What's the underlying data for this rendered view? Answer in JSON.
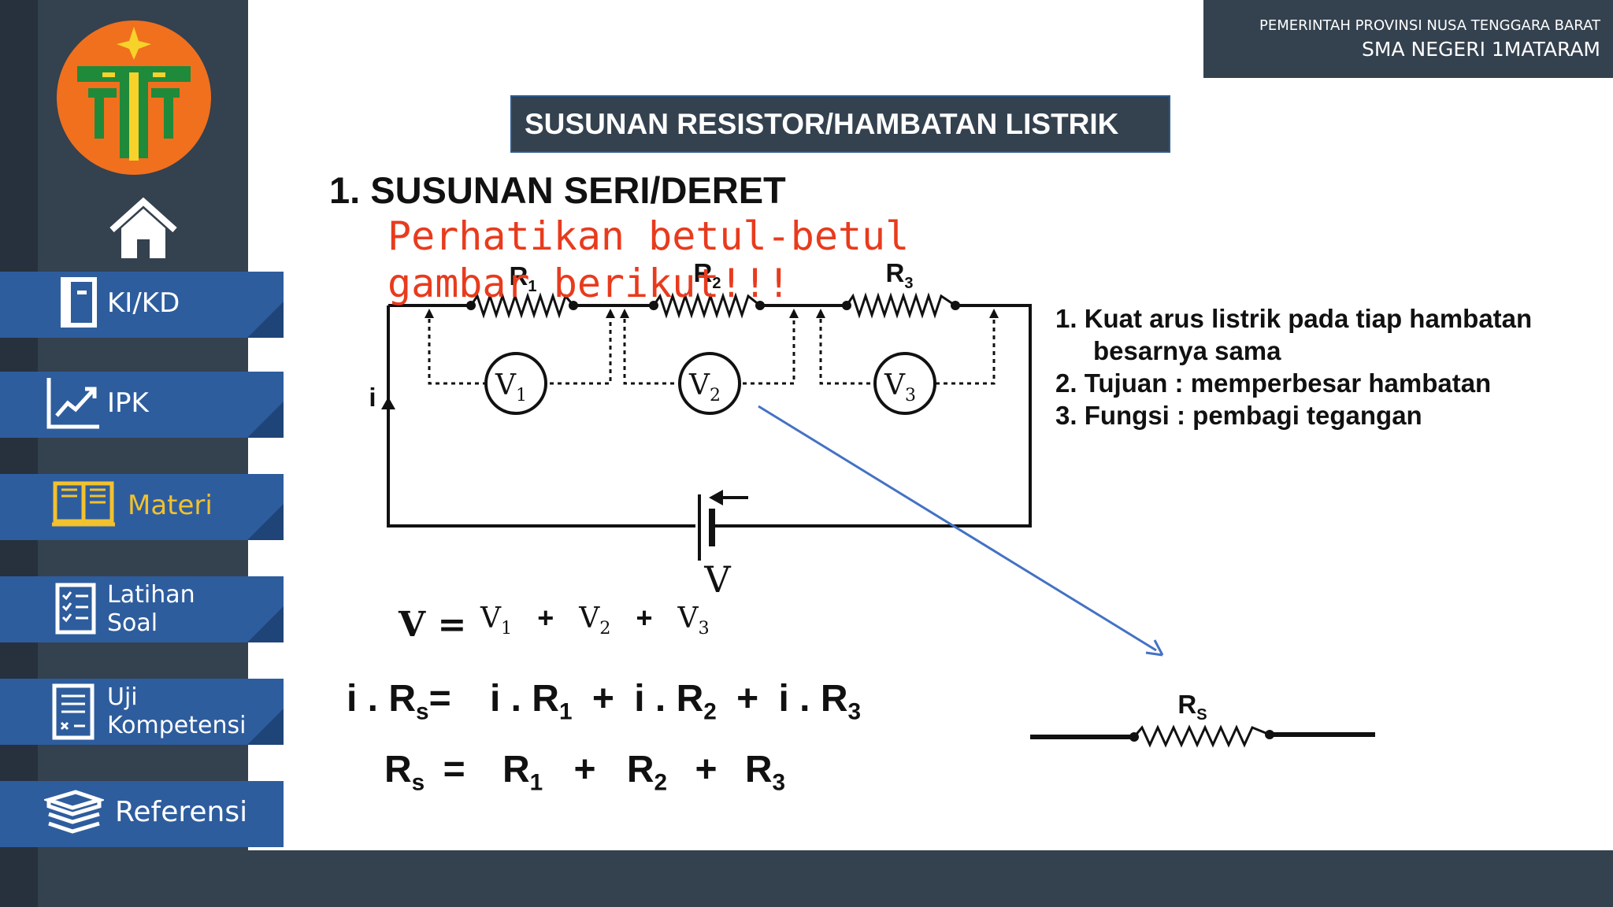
{
  "header": {
    "line1": "PEMERINTAH PROVINSI NUSA TENGGARA BARAT",
    "line2": "SMA NEGERI 1MATARAM"
  },
  "sidebar": {
    "logo_icon": "school-emblem-icon",
    "home_icon": "home-icon",
    "items": [
      {
        "label": "KI/KD",
        "icon": "book-icon"
      },
      {
        "label": "IPK",
        "icon": "chart-trend-icon"
      },
      {
        "label": "Materi",
        "icon": "open-book-icon"
      },
      {
        "label": "Latihan",
        "label2": "Soal",
        "icon": "checklist-icon"
      },
      {
        "label": "Uji",
        "label2": "Kompetensi",
        "icon": "test-sheet-icon"
      },
      {
        "label": "Referensi",
        "icon": "books-stack-icon"
      }
    ]
  },
  "colors": {
    "sidebar": "#34414f",
    "nav_blue": "#2e5d9e",
    "active": "#f2c12e",
    "note_red": "#e83b1d",
    "arrow_blue": "#4472c4"
  },
  "main": {
    "title": "SUSUNAN RESISTOR/HAMBATAN LISTRIK",
    "heading": "1. SUSUNAN SERI/DERET",
    "note": "Perhatikan betul-betul gambar berikut!!!",
    "circuit": {
      "current": "i",
      "source": "V",
      "resistors": [
        {
          "sym": "R",
          "sub": "1"
        },
        {
          "sym": "R",
          "sub": "2"
        },
        {
          "sym": "R",
          "sub": "3"
        }
      ],
      "voltmeters": [
        {
          "sym": "V",
          "sub": "1"
        },
        {
          "sym": "V",
          "sub": "2"
        },
        {
          "sym": "V",
          "sub": "3"
        }
      ],
      "equivalent": {
        "sym": "R",
        "sub": "S"
      }
    },
    "properties": [
      "1. Kuat arus listrik pada tiap hambatan",
      "besarnya sama",
      "2. Tujuan : memperbesar hambatan",
      "3. Fungsi : pembagi tegangan"
    ],
    "equations": {
      "eq1": {
        "lhs": "V =",
        "t1": "V",
        "s1": "1",
        "t2": "V",
        "s2": "2",
        "t3": "V",
        "s3": "3",
        "plus": "+"
      },
      "eq2": {
        "lhs": "i . R",
        "lhs_sub": "s",
        "eq": "=",
        "t1": "i . R",
        "s1": "1",
        "t2": "i . R",
        "s2": "2",
        "t3": "i . R",
        "s3": "3",
        "plus": "+"
      },
      "eq3": {
        "lhs": "R",
        "lhs_sub": "s",
        "eq": "=",
        "t1": "R",
        "s1": "1",
        "t2": "R",
        "s2": "2",
        "t3": "R",
        "s3": "3",
        "plus": "+"
      }
    }
  }
}
